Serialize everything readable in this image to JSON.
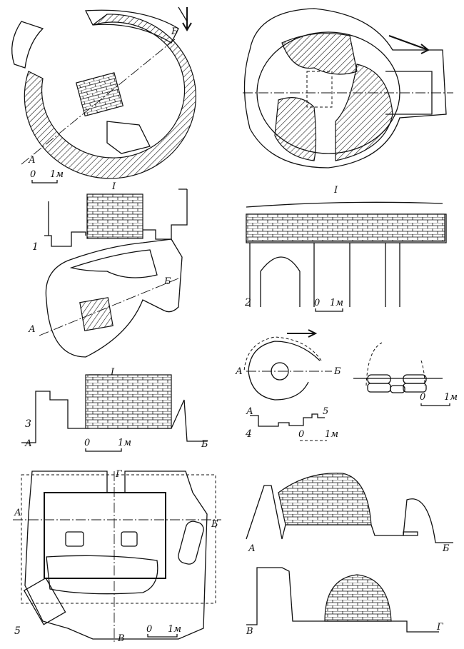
{
  "figures": [
    {
      "number": "1",
      "section_a": "А",
      "section_b": "Б",
      "section_mark": "I",
      "scale_zero": "0",
      "scale_unit": "1м"
    },
    {
      "number": "2",
      "section_mark": "I",
      "scale_zero": "0",
      "scale_unit": "1м"
    },
    {
      "number": "3",
      "section_a": "А",
      "section_b": "Б",
      "section_mark": "I",
      "profile_a": "А",
      "profile_b": "Б",
      "scale_zero": "0",
      "scale_unit": "1м"
    },
    {
      "number": "4",
      "section_a": "А",
      "section_b": "Б",
      "profile_a": "А",
      "profile_b": "5",
      "scale_zero": "0",
      "scale_unit": "1м",
      "scale2_zero": "0",
      "scale2_unit": "1м"
    },
    {
      "number": "5",
      "section_a": "А",
      "section_b": "Б",
      "section_c": "В",
      "section_d": "Г",
      "profile_a": "А",
      "profile_b": "Б",
      "profile_c": "В",
      "profile_d": "Г",
      "scale_zero": "0",
      "scale_unit": "1м"
    }
  ]
}
